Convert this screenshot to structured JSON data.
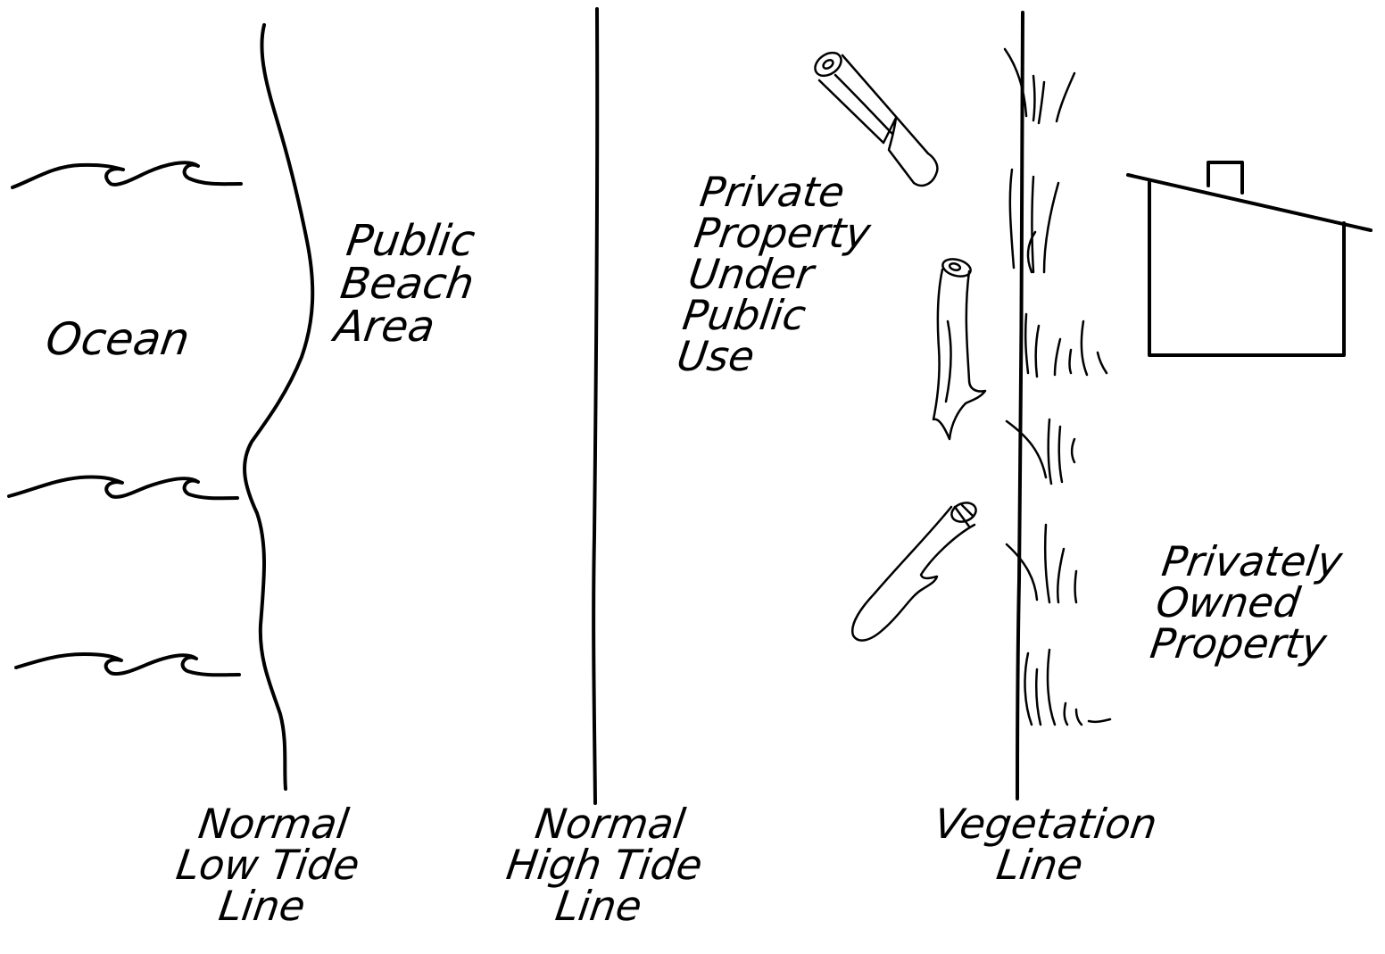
{
  "regions": {
    "ocean": "Ocean",
    "public_beach": [
      "Public",
      "Beach",
      "Area"
    ],
    "private_public_use": [
      "Private",
      "Property",
      "Under",
      "Public",
      "Use"
    ],
    "privately_owned": [
      "Privately",
      "Owned",
      "Property"
    ]
  },
  "lines": {
    "low_tide": [
      "Normal",
      "Low Tide",
      "Line"
    ],
    "high_tide": [
      "Normal",
      "High Tide",
      "Line"
    ],
    "vegetation": [
      "Vegetation",
      "Line"
    ]
  }
}
